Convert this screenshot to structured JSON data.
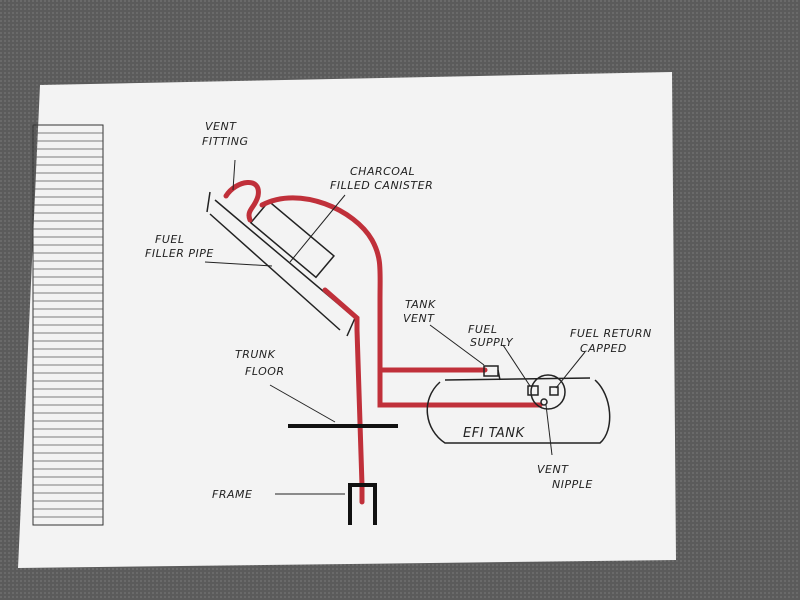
{
  "diagram": {
    "labels": {
      "vent_fitting": [
        "VENT",
        "FITTING"
      ],
      "charcoal_canister": [
        "CHARCOAL",
        "FILLED CANISTER"
      ],
      "fuel_filler_pipe": [
        "FUEL",
        "FILLER PIPE"
      ],
      "trunk_floor": [
        "TRUNK",
        "FLOOR"
      ],
      "frame": "FRAME",
      "tank_vent": [
        "TANK",
        "VENT"
      ],
      "fuel_supply": [
        "FUEL",
        "SUPPLY"
      ],
      "fuel_return": [
        "FUEL RETURN",
        "CAPPED"
      ],
      "efi_tank": "EFI TANK",
      "vent_nipple": [
        "VENT",
        "NIPPLE"
      ]
    },
    "colors": {
      "hose": "#c0303a",
      "ink": "#222222",
      "paper": "#f3f3f3",
      "background": "#5b5b5b"
    }
  }
}
